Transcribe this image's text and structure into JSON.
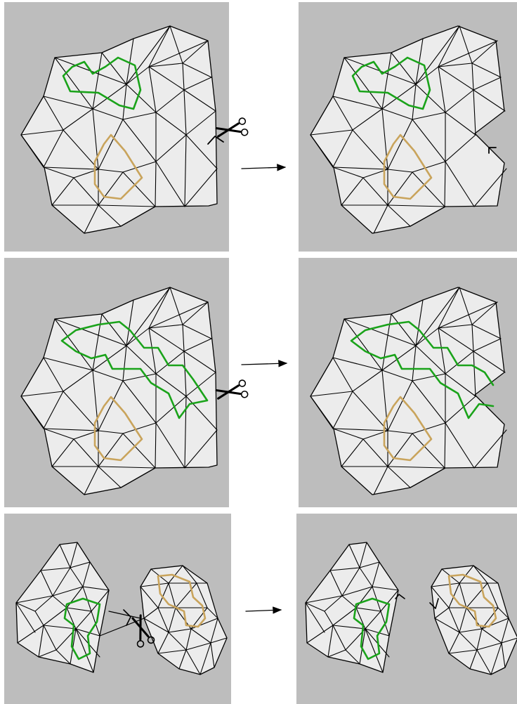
{
  "figure": {
    "rows": [
      {
        "id": "row-1",
        "description_text": ""
      },
      {
        "id": "row-2",
        "description_text": ""
      },
      {
        "id": "row-3",
        "description_text": ""
      }
    ],
    "colors": {
      "background": "#bdbdbd",
      "mesh_fill": "#ececec",
      "mesh_stroke": "#000000",
      "green_path": "#1aa31a",
      "tan_path": "#c9a45c",
      "arrow": "#000000"
    },
    "icons": [
      "scissors-icon",
      "arrow-right-icon"
    ]
  }
}
